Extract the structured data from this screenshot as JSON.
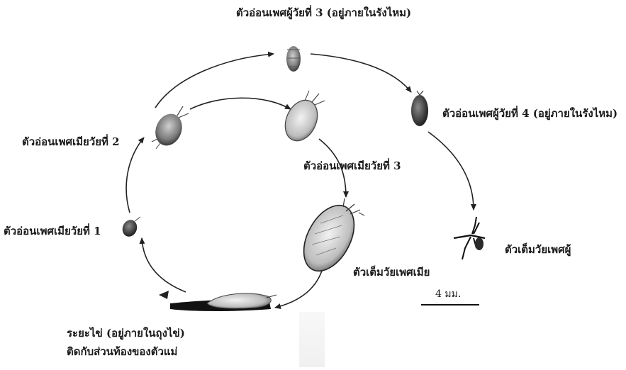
{
  "labels": {
    "male_nymph_3": "ตัวอ่อนเพศผู้วัยที่ 3 (อยู่ภายในรังไหม)",
    "male_nymph_4": "ตัวอ่อนเพศผู้วัยที่ 4 (อยู่ภายในรังไหม)",
    "female_nymph_2": "ตัวอ่อนเพศเมียวัยที่ 2",
    "female_nymph_3": "ตัวอ่อนเพศเมียวัยที่ 3",
    "female_nymph_1": "ตัวอ่อนเพศเมียวัยที่ 1",
    "adult_male": "ตัวเต็มวัยเพศผู้",
    "adult_female": "ตัวเต็มวัยเพศเมีย",
    "egg_stage_line1": "ระยะไข่ (อยู่ภายในถุงไข่)",
    "egg_stage_line2": "ติดกับส่วนท้องของตัวแม่",
    "scale_bar": "4 มม."
  }
}
